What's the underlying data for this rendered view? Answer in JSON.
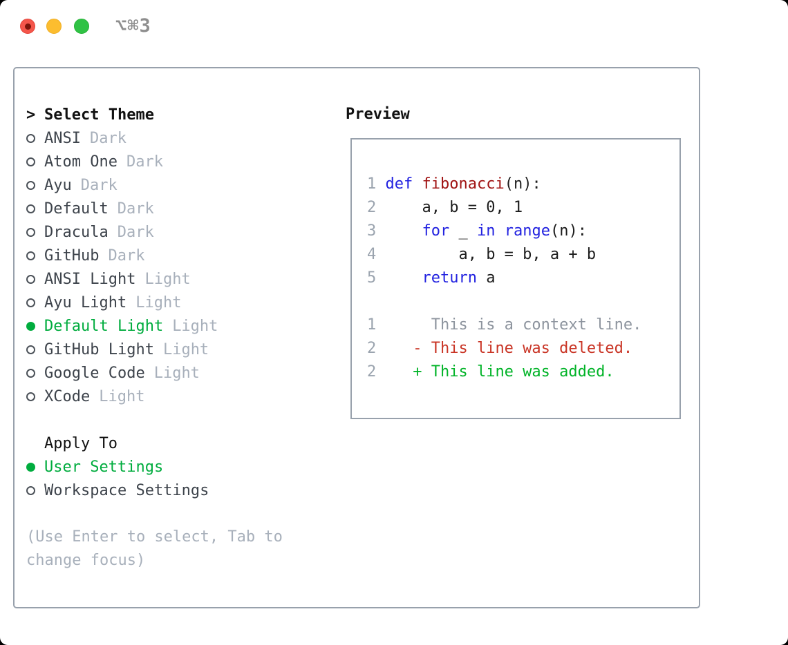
{
  "window": {
    "shortcut_label": "⌥⌘3",
    "traffic_lights": {
      "close": "close-button",
      "minimize": "minimize-button",
      "zoom": "zoom-button"
    }
  },
  "colors": {
    "selected_green": "#00ac3e",
    "keyword_blue": "#2222e0",
    "function_red": "#a01313",
    "deleted_red": "#c93425",
    "added_green": "#00b327",
    "muted_gray": "#a8b0bb",
    "panel_border": "#98a1ac"
  },
  "theme_panel": {
    "title_prefix": ">",
    "title": "Select Theme",
    "items": [
      {
        "name": "ANSI",
        "tag": "Dark",
        "selected": false
      },
      {
        "name": "Atom One",
        "tag": "Dark",
        "selected": false
      },
      {
        "name": "Ayu",
        "tag": "Dark",
        "selected": false
      },
      {
        "name": "Default",
        "tag": "Dark",
        "selected": false
      },
      {
        "name": "Dracula",
        "tag": "Dark",
        "selected": false
      },
      {
        "name": "GitHub",
        "tag": "Dark",
        "selected": false
      },
      {
        "name": "ANSI Light",
        "tag": "Light",
        "selected": false
      },
      {
        "name": "Ayu Light",
        "tag": "Light",
        "selected": false
      },
      {
        "name": "Default Light",
        "tag": "Light",
        "selected": true
      },
      {
        "name": "GitHub Light",
        "tag": "Light",
        "selected": false
      },
      {
        "name": "Google Code",
        "tag": "Light",
        "selected": false
      },
      {
        "name": "XCode",
        "tag": "Light",
        "selected": false
      }
    ],
    "apply_to": {
      "title": "Apply To",
      "options": [
        {
          "name": "User Settings",
          "selected": true
        },
        {
          "name": "Workspace Settings",
          "selected": false
        }
      ]
    },
    "help_text": "(Use Enter to select, Tab to change focus)"
  },
  "preview": {
    "title": "Preview",
    "lines": [
      {
        "num": "1",
        "tokens": [
          {
            "text": " ",
            "style": "plain"
          },
          {
            "text": "def",
            "style": "kw"
          },
          {
            "text": " ",
            "style": "plain"
          },
          {
            "text": "fibonacci",
            "style": "fn"
          },
          {
            "text": "(n):",
            "style": "plain"
          }
        ]
      },
      {
        "num": "2",
        "tokens": [
          {
            "text": "     a, b = 0, 1",
            "style": "plain"
          }
        ]
      },
      {
        "num": "3",
        "tokens": [
          {
            "text": "     ",
            "style": "plain"
          },
          {
            "text": "for",
            "style": "kw"
          },
          {
            "text": " _ ",
            "style": "plain"
          },
          {
            "text": "in",
            "style": "kw"
          },
          {
            "text": " ",
            "style": "plain"
          },
          {
            "text": "range",
            "style": "kw"
          },
          {
            "text": "(n):",
            "style": "plain"
          }
        ]
      },
      {
        "num": "4",
        "tokens": [
          {
            "text": "         a, b = b, a + b",
            "style": "plain"
          }
        ]
      },
      {
        "num": "5",
        "tokens": [
          {
            "text": "     ",
            "style": "plain"
          },
          {
            "text": "return",
            "style": "kw"
          },
          {
            "text": " a",
            "style": "plain"
          }
        ]
      },
      {
        "num": "",
        "tokens": [
          {
            "text": "",
            "style": "plain"
          }
        ]
      },
      {
        "num": "1",
        "tokens": [
          {
            "text": "      This is a context line.",
            "style": "ctx"
          }
        ]
      },
      {
        "num": "2",
        "tokens": [
          {
            "text": "    ",
            "style": "plain"
          },
          {
            "text": "- This line was deleted.",
            "style": "del"
          }
        ]
      },
      {
        "num": "2",
        "tokens": [
          {
            "text": "    ",
            "style": "plain"
          },
          {
            "text": "+ This line was added.",
            "style": "add"
          }
        ]
      }
    ]
  }
}
